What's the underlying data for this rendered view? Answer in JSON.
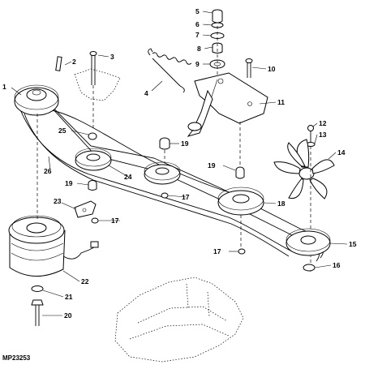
{
  "diagram": {
    "drawing_code": "MP23253",
    "callouts": [
      "1",
      "2",
      "3",
      "4",
      "5",
      "6",
      "7",
      "8",
      "9",
      "10",
      "11",
      "12",
      "13",
      "14",
      "15",
      "16",
      "17",
      "17",
      "17",
      "18",
      "19",
      "19",
      "19",
      "20",
      "21",
      "22",
      "23",
      "24",
      "25",
      "26"
    ]
  }
}
